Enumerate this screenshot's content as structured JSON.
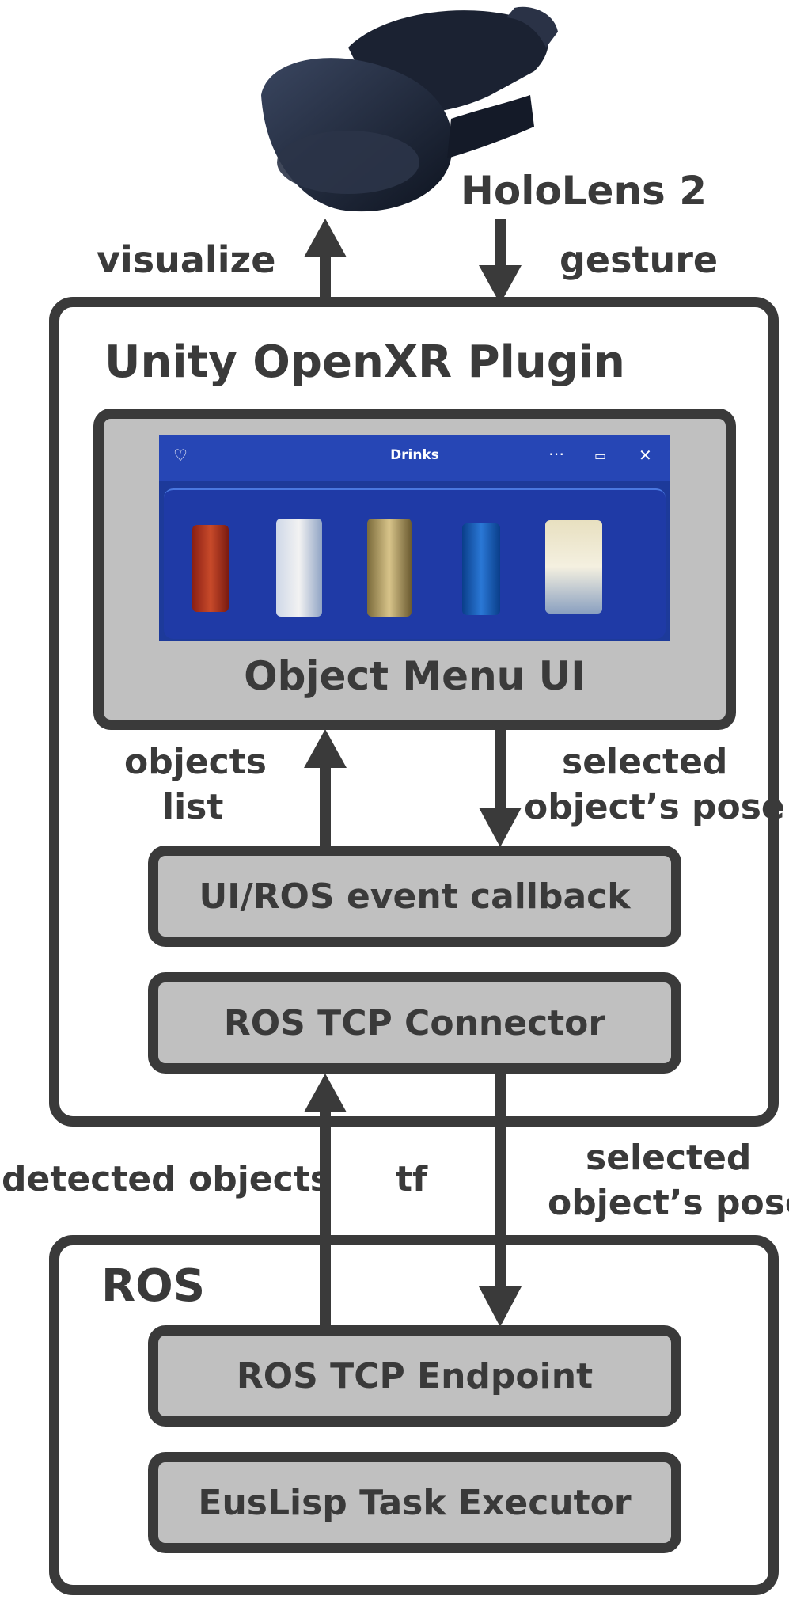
{
  "headset": {
    "label": "HoloLens 2"
  },
  "arrows": {
    "visualize": "visualize",
    "gesture": "gesture"
  },
  "unity": {
    "title": "Unity OpenXR Plugin",
    "menu_box_label": "Object Menu UI",
    "menu": {
      "title": "Drinks",
      "items": [
        "drink-can-1",
        "drink-can-2",
        "drink-can-3",
        "drink-can-4",
        "drink-carton-5"
      ]
    },
    "objects_list": [
      "objects",
      "list"
    ],
    "selected_pose": [
      "selected",
      "object’s pose"
    ],
    "callback": "UI/ROS event callback",
    "connector": "ROS TCP Connector"
  },
  "links": {
    "detected_objects": "detected objects",
    "tf": "tf",
    "selected_pose": [
      "selected",
      "object’s pose"
    ]
  },
  "ros": {
    "title": "ROS",
    "endpoint": "ROS TCP Endpoint",
    "executor": "EusLisp Task Executor"
  }
}
